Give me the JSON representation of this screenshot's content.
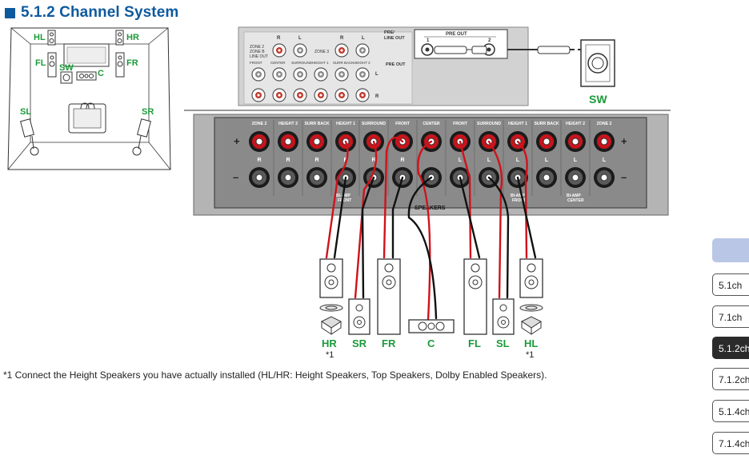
{
  "section_title": "5.1.2 Channel System",
  "room_labels": {
    "hl": "HL",
    "hr": "HR",
    "fl": "FL",
    "fr": "FR",
    "sw": "SW",
    "c": "C",
    "sl": "SL",
    "sr": "SR"
  },
  "input_panel": {
    "pre_line_out": "PRE/\nLINE OUT",
    "zone23": "ZONE 2\nZONE B\nLINE OUT",
    "zone3": "ZONE 3",
    "r": "R",
    "l": "L",
    "row_labels": [
      "FRONT",
      "CENTER",
      "SURROUND",
      "HEIGHT 1",
      "SURR BACK",
      "HEIGHT 2"
    ],
    "pre_out": "PRE OUT"
  },
  "pre_out_box": {
    "title": "PRE OUT",
    "jack1": "1",
    "jack2": "2"
  },
  "subwoofer_label": "SW",
  "amp_panel": {
    "column_labels": [
      "ZONE 2",
      "HEIGHT 2",
      "SURR BACK",
      "HEIGHT 1",
      "SURROUND",
      "FRONT",
      "CENTER",
      "FRONT",
      "SURROUND",
      "HEIGHT 1",
      "SURR BACK",
      "HEIGHT 2",
      "ZONE 2"
    ],
    "row_r": [
      "R",
      "R",
      "R",
      "R",
      "R",
      "R",
      "",
      "L",
      "L",
      "L",
      "L",
      "L",
      "L"
    ],
    "plus": "+",
    "minus": "–",
    "speakers_label": "SPEAKERS",
    "biamp_front": "BI-AMP\nFRONT",
    "biamp_center": "BI-AMP\nCENTER"
  },
  "speaker_labels": [
    {
      "label": "HR",
      "note": "*1"
    },
    {
      "label": "SR",
      "note": ""
    },
    {
      "label": "FR",
      "note": ""
    },
    {
      "label": "C",
      "note": ""
    },
    {
      "label": "FL",
      "note": ""
    },
    {
      "label": "SL",
      "note": ""
    },
    {
      "label": "HL",
      "note": "*1"
    }
  ],
  "footnote": "*1 Connect the Height Speakers you have actually installed (HL/HR: Height Speakers, Top Speakers, Dolby Enabled Speakers).",
  "tabs": [
    {
      "label": "5.1ch",
      "active": false
    },
    {
      "label": "7.1ch",
      "active": false
    },
    {
      "label": "5.1.2ch",
      "active": true
    },
    {
      "label": "7.1.2ch",
      "active": false
    },
    {
      "label": "5.1.4ch",
      "active": false
    },
    {
      "label": "7.1.4ch",
      "active": false
    }
  ],
  "colors": {
    "title_blue": "#0e5a9e",
    "label_green": "#1c9a3a",
    "wire_red": "#d0121b",
    "tab_active": "#2b2b2b",
    "tab_blank": "#b9c6e6"
  }
}
